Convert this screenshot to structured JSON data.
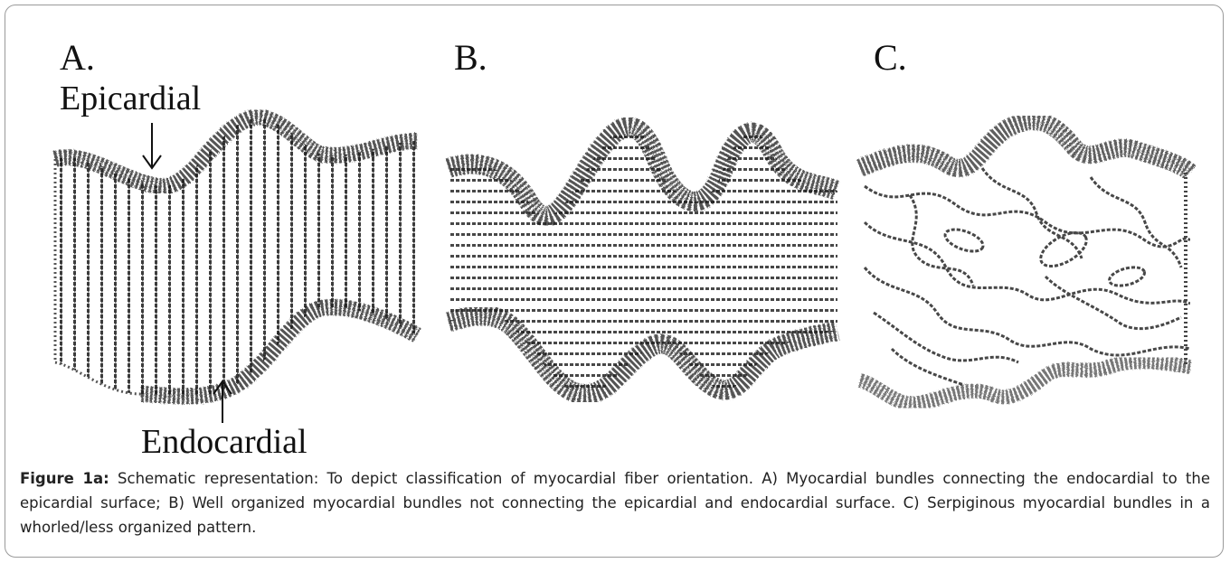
{
  "panels": {
    "a": {
      "letter": "A."
    },
    "b": {
      "letter": "B."
    },
    "c": {
      "letter": "C."
    }
  },
  "labels": {
    "epicardial": "Epicardial",
    "endocardial": "Endocardial"
  },
  "caption": {
    "label": "Figure 1a:",
    "text": " Schematic representation: To depict classification of myocardial fiber orientation.  A) Myocardial bundles connecting the endocardial to the epicardial surface; B) Well organized myocardial bundles not connecting the epicardial and endocardial surface. C) Serpiginous myocardial bundles in a whorled/less organized pattern."
  },
  "colors": {
    "ink": "#1a1a1a",
    "border": "#9a9a9a"
  }
}
